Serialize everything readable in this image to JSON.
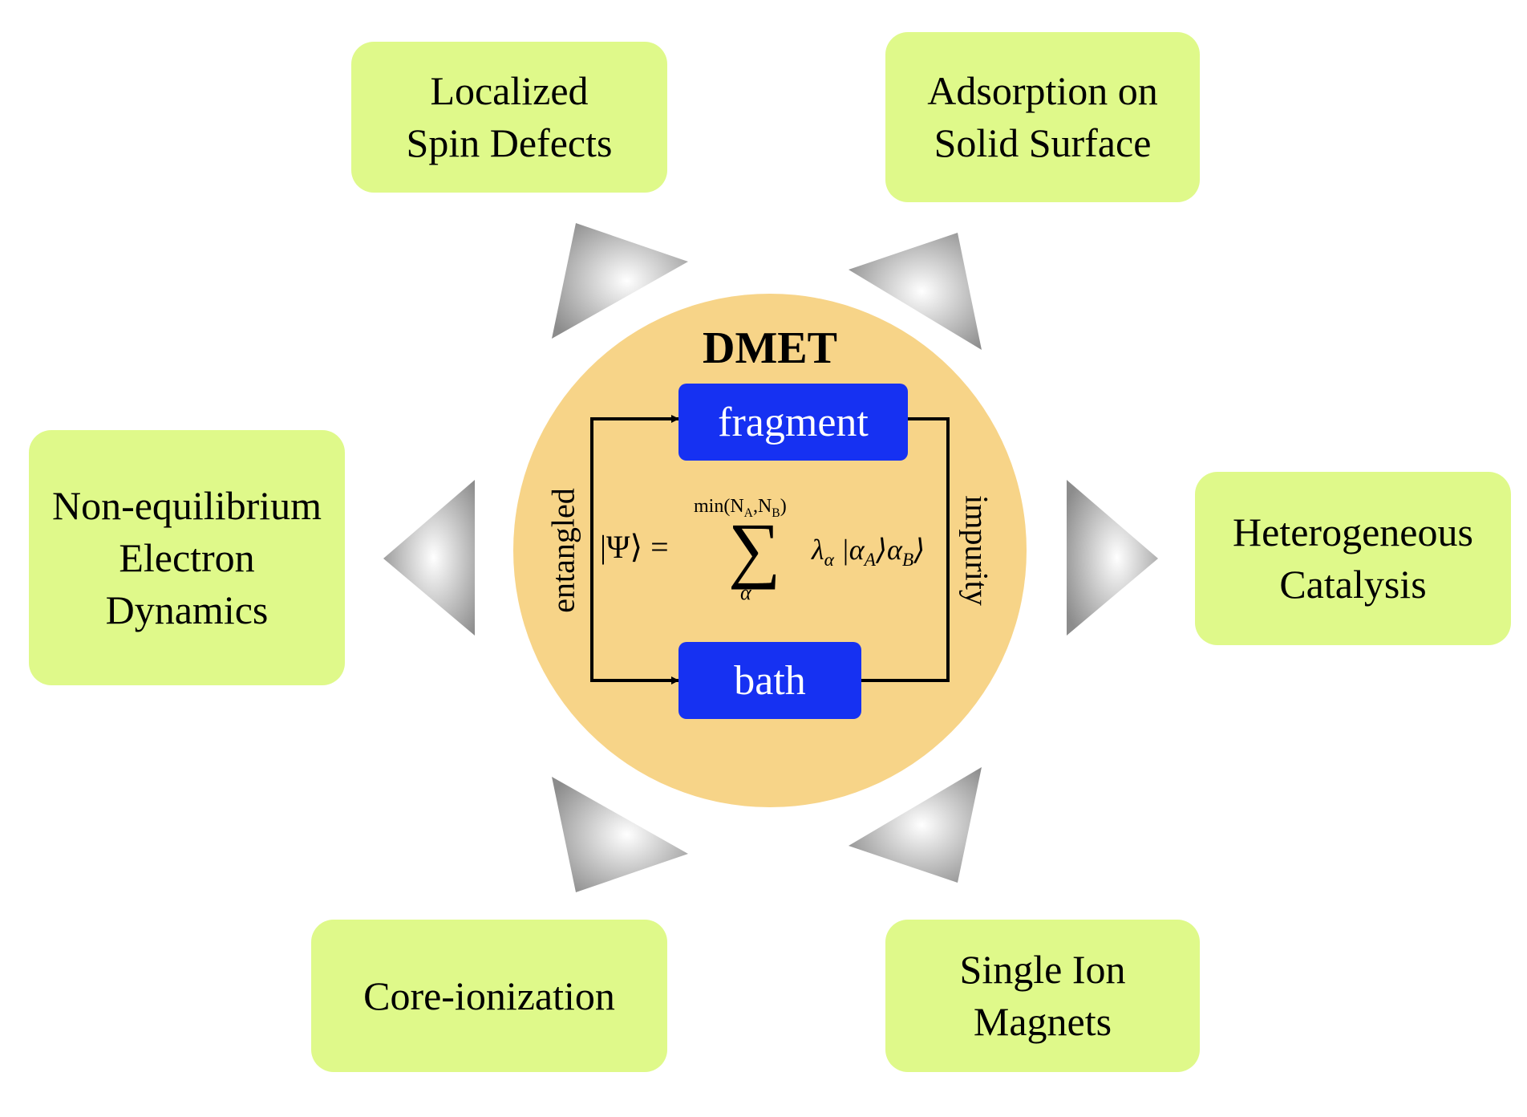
{
  "center": {
    "title": "DMET",
    "fragment_label": "fragment",
    "bath_label": "bath",
    "left_label": "entangled",
    "right_label": "impurity",
    "formula": {
      "lhs": "|Ψ⟩ =",
      "sum_symbol": "∑",
      "upper_limit": "min(N",
      "upper_sub_a": "A",
      "upper_mid": ",N",
      "upper_sub_b": "B",
      "upper_end": ")",
      "lower_limit": "α",
      "rhs_lambda": "λ",
      "rhs_lambda_sub": "α",
      "rhs_mid": " |α",
      "rhs_sub_a": "A",
      "rhs_mid2": "⟩α",
      "rhs_sub_b": "B",
      "rhs_end": "⟩"
    }
  },
  "applications": {
    "top_left": [
      "Localized",
      "Spin Defects"
    ],
    "top_right": [
      "Adsorption on",
      "Solid Surface"
    ],
    "left": [
      "Non-equilibrium",
      "Electron",
      "Dynamics"
    ],
    "right": [
      "Heterogeneous",
      "Catalysis"
    ],
    "bottom_left": [
      "Core-ionization"
    ],
    "bottom_right": [
      "Single Ion",
      "Magnets"
    ]
  },
  "colors": {
    "app_box": "#dff98a",
    "circle": "#f7d488",
    "blue_box": "#1631f2",
    "arrow_gray": "#a8a8a8"
  }
}
